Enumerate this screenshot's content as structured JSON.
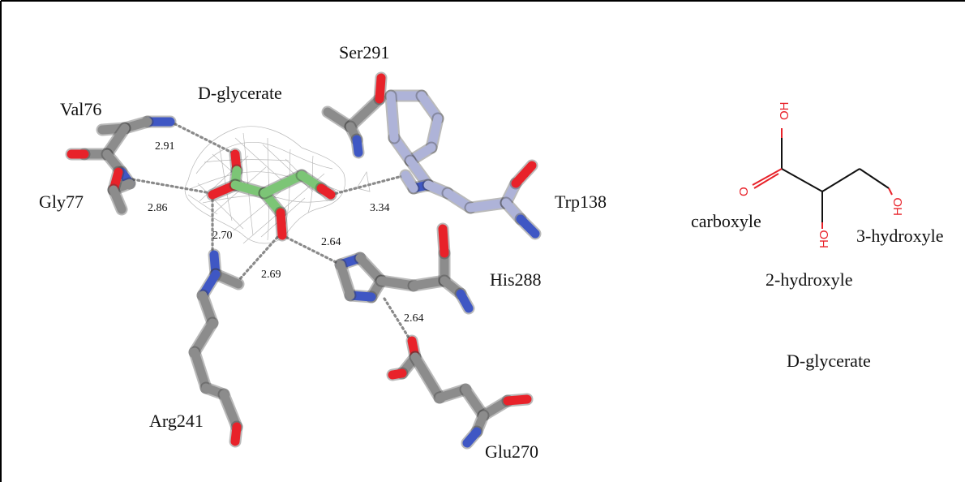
{
  "ligand_label": "D-glycerate",
  "residues": {
    "val76": "Val76",
    "gly77": "Gly77",
    "ser291": "Ser291",
    "trp138": "Trp138",
    "his288": "His288",
    "arg241": "Arg241",
    "glu270": "Glu270"
  },
  "distances": {
    "val76": "2.91",
    "gly77": "2.86",
    "trp138": "3.34",
    "arg_a": "2.70",
    "arg_b": "2.69",
    "his288": "2.64",
    "glu270": "2.64"
  },
  "structure": {
    "oh_top": "OH",
    "o_carbonyl": "O",
    "oh_2": "HO",
    "oh_3": "HO",
    "carboxyle": "carboxyle",
    "hydroxyle2": "2-hydroxyle",
    "hydroxyle3": "3-hydroxyle",
    "name": "D-glycerate"
  },
  "colors": {
    "carbon": "#8c8c8c",
    "ligand_carbon": "#7cc576",
    "trp_carbon": "#aeb3d8",
    "nitrogen": "#3f57c4",
    "oxygen": "#e8222a",
    "frame": "#000000"
  }
}
